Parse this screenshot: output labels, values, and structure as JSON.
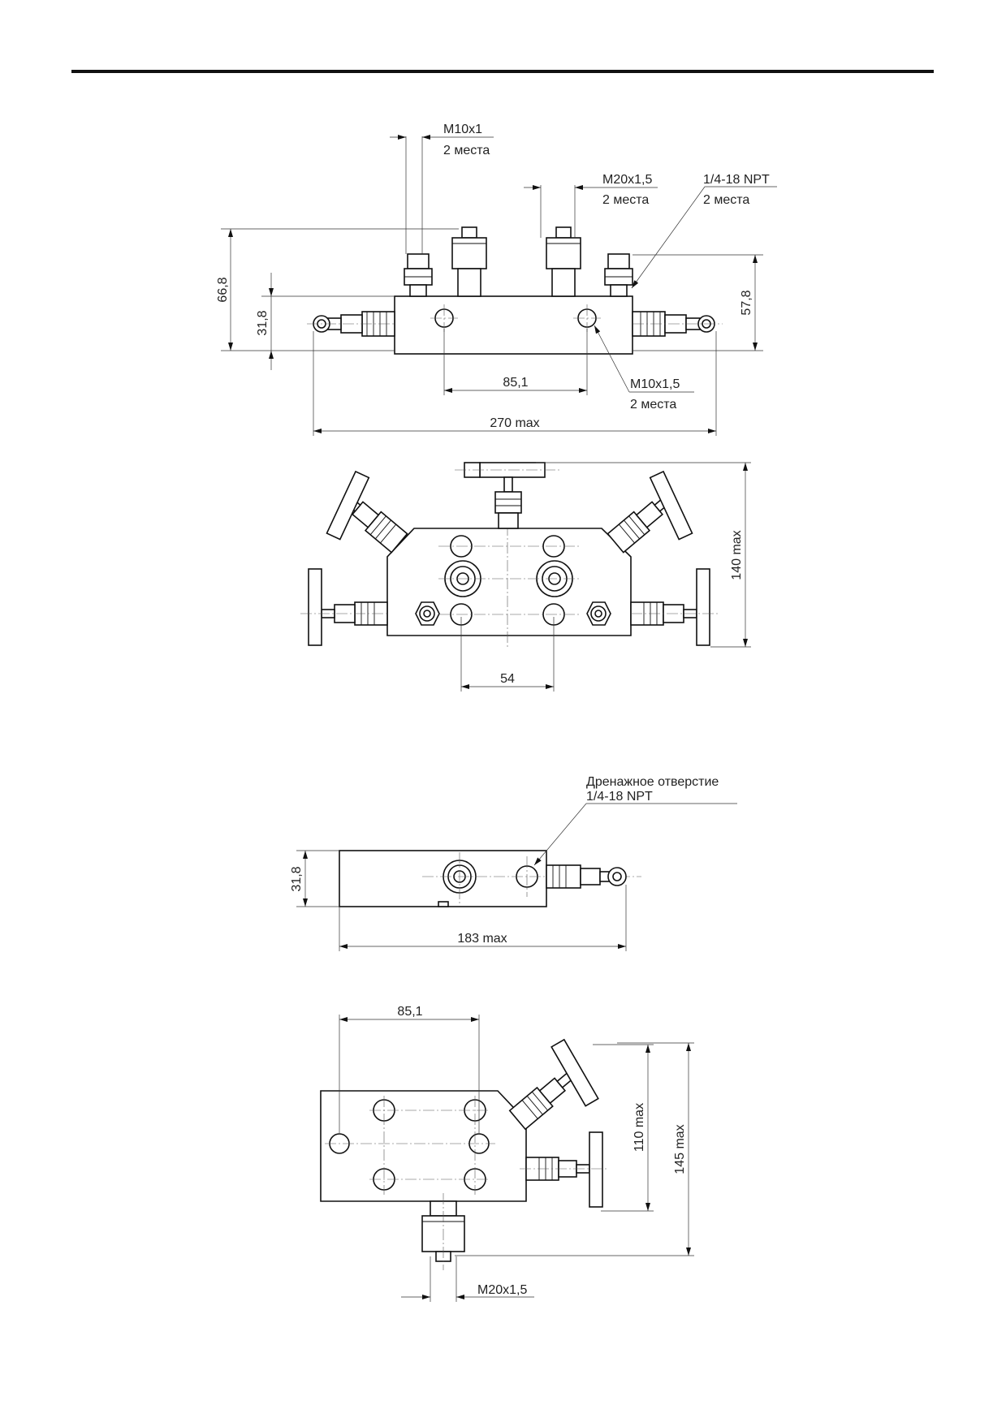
{
  "title_rule": true,
  "views": {
    "front": {
      "labels": {
        "m10x1": "M10x1",
        "m10x1_qty": "2 места",
        "m20x15": "M20x1,5",
        "m20x15_qty": "2 места",
        "npt": "1/4-18 NPT",
        "npt_qty": "2 места",
        "m10x15": "M10x1,5",
        "m10x15_qty": "2 места"
      },
      "dims": {
        "height_total": "66,8",
        "height_body": "31,8",
        "height_right": "57,8",
        "hole_spacing": "85,1",
        "width_max": "270 max"
      }
    },
    "top": {
      "dims": {
        "depth_max": "140 max",
        "spacing": "54"
      }
    },
    "side": {
      "labels": {
        "drain": "Дренажное отверстие",
        "drain_thread": "1/4-18 NPT"
      },
      "dims": {
        "height": "31,8",
        "length_max": "183 max"
      }
    },
    "bottom": {
      "labels": {
        "thread": "M20x1,5"
      },
      "dims": {
        "spacing": "85,1",
        "h1": "110 max",
        "h2": "145 max"
      }
    }
  }
}
